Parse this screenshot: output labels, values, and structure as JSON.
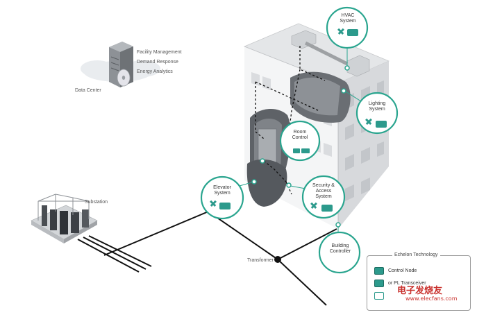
{
  "datacenter": {
    "items": [
      "Facility Management",
      "Demand Response",
      "Energy Analytics"
    ],
    "label": "Data Center"
  },
  "substation": {
    "label": "Substation"
  },
  "transformer": {
    "label": "Transformer"
  },
  "nodes": {
    "hvac": "HVAC System",
    "lighting": "Lighting System",
    "room": "Room Control",
    "elevator": "Elevator System",
    "security": "Security & Access System",
    "controller": "Building Controller"
  },
  "legend": {
    "title": "Echelon Technology",
    "control_node": "Control Node",
    "transceiver": "or PL Transceiver"
  },
  "watermark": {
    "text": "电子发烧友",
    "url": "www.elecfans.com"
  },
  "colors": {
    "teal": "#2c9a8c",
    "ring": "#2aa58f",
    "line": "#111111"
  }
}
